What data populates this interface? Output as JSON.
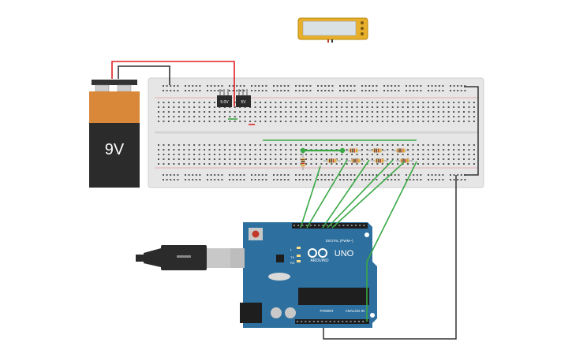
{
  "lcd": {
    "name": "lcd-display"
  },
  "battery": {
    "label": "9V"
  },
  "regulators": [
    {
      "label": "5.0V"
    },
    {
      "label": "5V"
    }
  ],
  "arduino": {
    "model": "UNO",
    "brand": "ARDUINO",
    "digital_header": "DIGITAL (PWM~)",
    "power_label": "POWER",
    "analog_label": "ANALOG IN",
    "tx": "TX",
    "rx": "RX",
    "l": "L"
  },
  "colors": {
    "breadboard": "#e6e6e6",
    "board": "#2d6f9e",
    "wire_green": "#3aa845",
    "wire_red": "#e02020",
    "wire_black": "#333333",
    "battery_top": "#d9883a",
    "battery_body": "#2b2b2b",
    "lcd_frame": "#e8b02a",
    "lcd_screen": "#d9e1e4"
  }
}
